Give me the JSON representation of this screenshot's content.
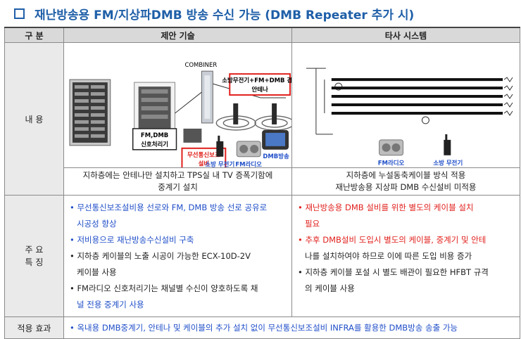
{
  "title": "재난방송용 FM/지상파DMB 방송 수신 가능 (DMB Repeater 추가 시)",
  "header": {
    "col1": "구  분",
    "col2": "제안 기술",
    "col3": "타사 시스템"
  },
  "rows": {
    "content_label": "내  용",
    "features_label_1": "주 요",
    "features_label_2": "특 징",
    "effect_label": "적용 효과"
  },
  "proposed_image": {
    "combiner": "COMBINER",
    "antenna_1": "소방무전기+FM+DMB 겸용",
    "antenna_2": "안테나",
    "processor_1": "FM,DMB",
    "processor_2": "신호처리기",
    "wireless_1": "무선통신보조",
    "wireless_2": "설비",
    "dmb": "DMB방송",
    "radio_fire": "소방 무전기",
    "radio_fm": "FM라디오"
  },
  "other_image": {
    "fm": "FM라디오",
    "fire": "소방 무전기"
  },
  "captions": {
    "proposed_1": "지하층에는 안테나만 설치하고 TPS실 내 TV 증폭기함에",
    "proposed_2": "중계기 설치",
    "other_1": "지하층에 누설동축케이블 방식 적용",
    "other_2": "재난방송용 지상파 DMB 수신설비 미적용"
  },
  "features": {
    "proposed": {
      "f1a": "• 무선통신보조설비용 선로와 FM, DMB 방송 선로 공유로",
      "f1b": "시공성 향상",
      "f2": "• 저비용으로 재난방송수신설비 구축",
      "f3a": "• 지하층 케이블의 노출 시공이 가능한 ECX-10D-2V",
      "f3b": "케이블 사용",
      "f4a": "• FM라디오 신호처리기는 채널별 수신이 양호하도록  채",
      "f4b": "널 전용 중계기 사용"
    },
    "other": {
      "f1a": "• 재난방송용 DMB 설비를 위한 별도의 케이블 설치",
      "f1b": "필요",
      "f2a": "• 추후 DMB설비 도입시 별도의 케이블, 중계기 및 안테",
      "f2b": "나를 설치하여야 하므로 이에 따른 도입 비용 증가",
      "f3a": "• 지하층 케이블 포설 시 별도 배관이 필요한 HFBT 규격",
      "f3b": "의 케이블 사용"
    }
  },
  "effect": "• 옥내용 DMB중계기, 안테나 및 케이블의 추가 설치 없이 무선통신보조설비 INFRA를 활용한 DMB방송 송출 가능",
  "colors": {
    "title": "#1f5fa8",
    "blue_text": "#1f4ec8",
    "red_text": "#e0201c",
    "header_bg": "#d9d9d9"
  }
}
